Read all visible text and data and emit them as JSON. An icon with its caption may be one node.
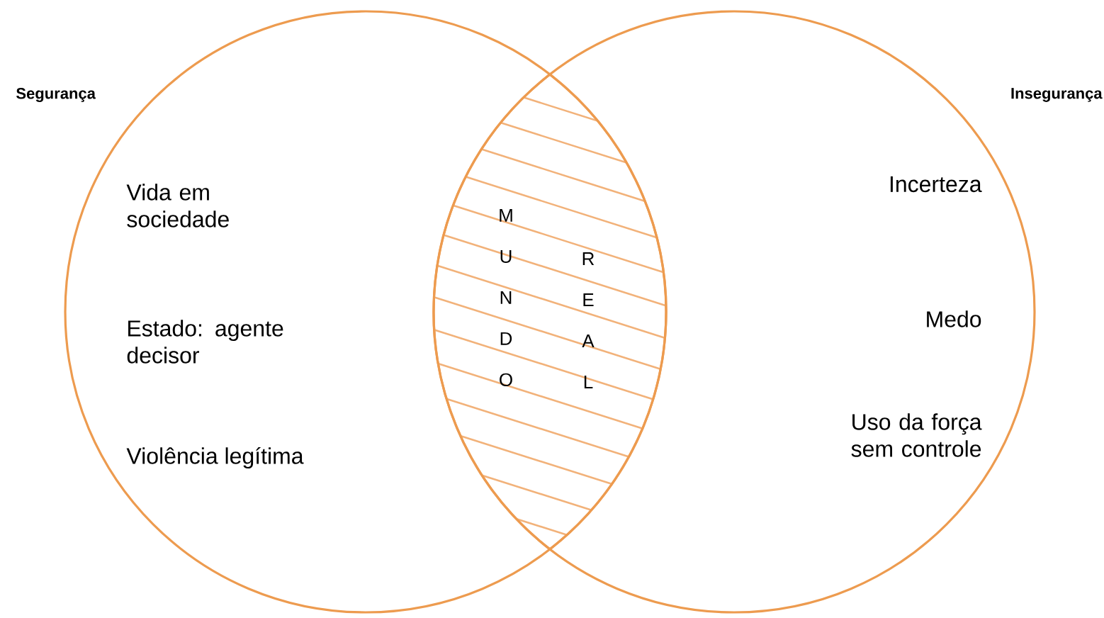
{
  "diagram": {
    "nodes": [
      {
        "text": [
          "Segurança",
          "Vida em sociedade",
          "Estado: agente decisor",
          "Violência legítima"
        ]
      },
      {
        "text": [
          "Insegurança",
          "Incerteza",
          "Medo",
          "Uso da força sem controle"
        ]
      },
      {
        "text": [
          "MUNDO",
          "REAL"
        ]
      }
    ]
  }
}
